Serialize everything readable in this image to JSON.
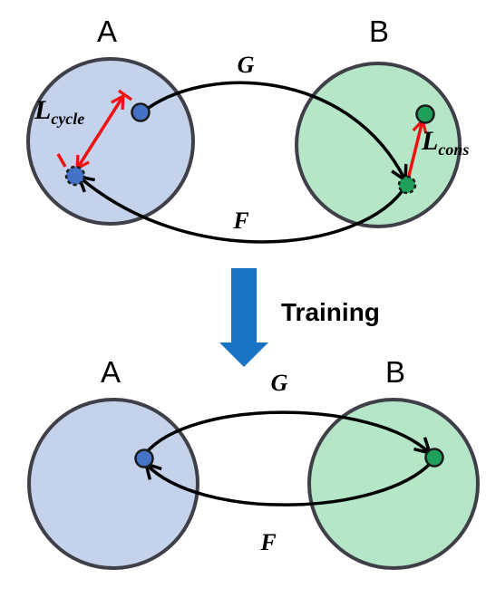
{
  "top": {
    "set_a_label": "A",
    "set_b_label": "B",
    "forward_label": "G",
    "backward_label": "F",
    "cycle_loss": {
      "symbol": "L",
      "subscript": "cycle"
    },
    "cons_loss": {
      "symbol": "L",
      "subscript": "cons"
    }
  },
  "transition": {
    "label": "Training"
  },
  "bottom": {
    "set_a_label": "A",
    "set_b_label": "B",
    "forward_label": "G",
    "backward_label": "F"
  },
  "colors": {
    "set_a_fill": "#c5d2ec",
    "set_b_fill": "#b5e6c8",
    "circle_stroke": "#3f3f48",
    "point_a": "#4472c4",
    "point_b": "#1fa05a",
    "loss_arrow": "#ee1111",
    "training_arrow": "#1a74c6"
  }
}
